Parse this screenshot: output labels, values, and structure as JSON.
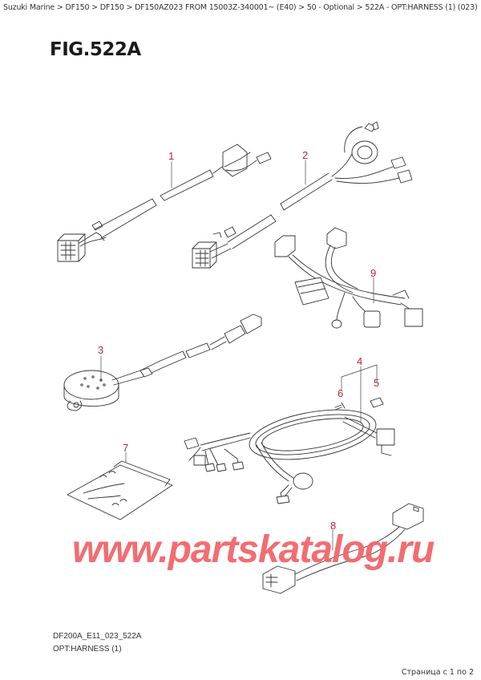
{
  "breadcrumb": {
    "text": "Suzuki Marine > DF150 > DF150 > DF150AZ023 FROM 15003Z-340001~ (E40) > 50 - Optional > 522A - OPT:HARNESS (1) (023)",
    "items": [
      "Suzuki Marine",
      "DF150",
      "DF150",
      "DF150AZ023 FROM 15003Z-340001~ (E40)",
      "50 - Optional",
      "522A - OPT:HARNESS (1) (023)"
    ]
  },
  "figure": {
    "title": "FIG.522A",
    "code": "DF200A_E11_023_522A",
    "name": "OPT:HARNESS (1)"
  },
  "callouts": [
    {
      "id": "1",
      "label": "1"
    },
    {
      "id": "2",
      "label": "2"
    },
    {
      "id": "3",
      "label": "3"
    },
    {
      "id": "4",
      "label": "4"
    },
    {
      "id": "5",
      "label": "5"
    },
    {
      "id": "6",
      "label": "6"
    },
    {
      "id": "7",
      "label": "7"
    },
    {
      "id": "8",
      "label": "8"
    },
    {
      "id": "9",
      "label": "9"
    }
  ],
  "watermark": "www.partskatalog.ru",
  "pagination": {
    "text": "Страница с 1 по 2",
    "current": 1,
    "total": 2
  },
  "colors": {
    "callout": "#c0282d",
    "watermark": "#f2666a",
    "line": "#333333"
  }
}
